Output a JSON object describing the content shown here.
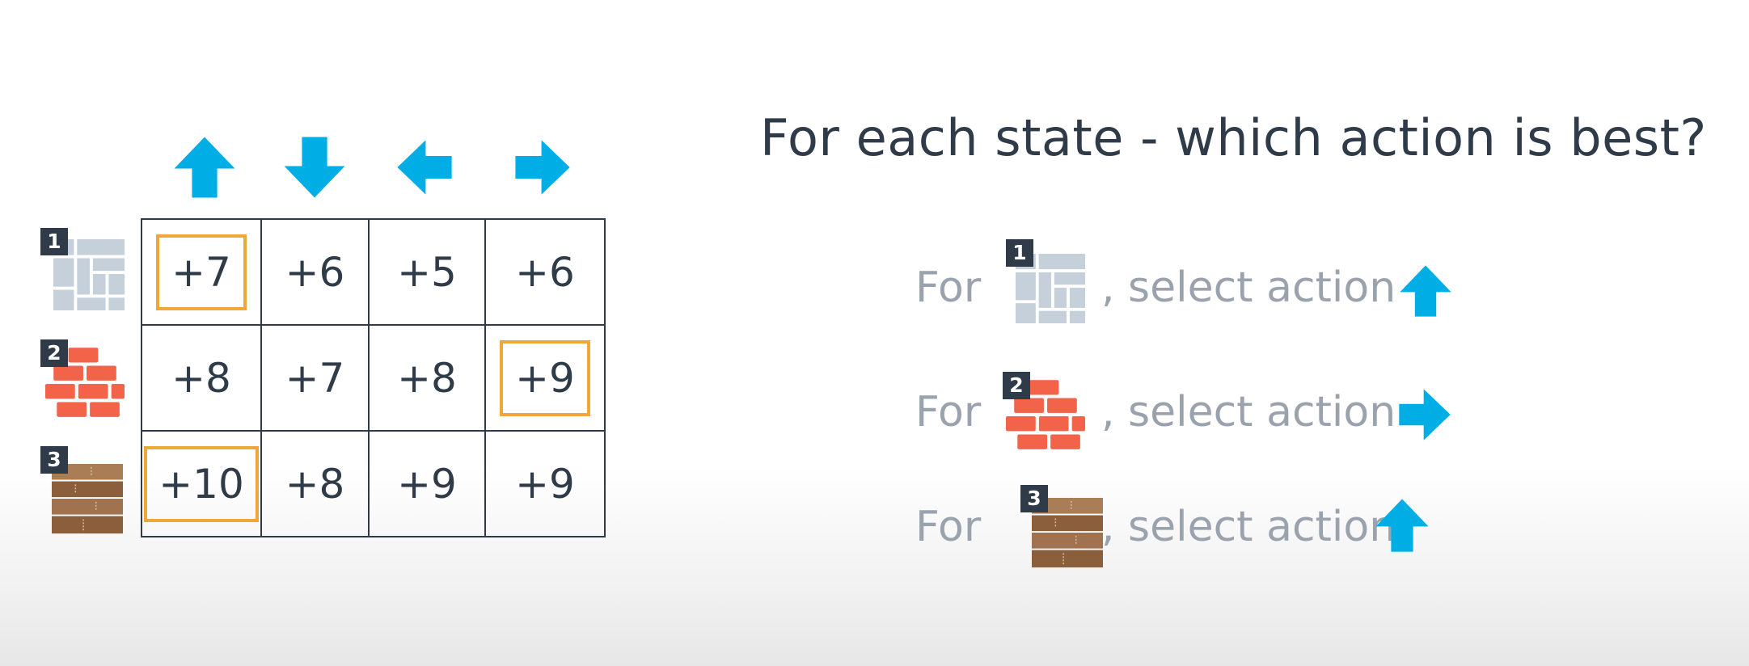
{
  "actions": [
    {
      "name": "up",
      "icon": "up-arrow-icon"
    },
    {
      "name": "down",
      "icon": "down-arrow-icon"
    },
    {
      "name": "left",
      "icon": "left-arrow-icon"
    },
    {
      "name": "right",
      "icon": "right-arrow-icon"
    }
  ],
  "states": [
    {
      "badge": "1",
      "icon": "gray-tiles-icon"
    },
    {
      "badge": "2",
      "icon": "red-bricks-icon"
    },
    {
      "badge": "3",
      "icon": "wood-planks-icon"
    }
  ],
  "q_table": {
    "rows": [
      [
        "+7",
        "+6",
        "+5",
        "+6"
      ],
      [
        "+8",
        "+7",
        "+8",
        "+9"
      ],
      [
        "+10",
        "+8",
        "+9",
        "+9"
      ]
    ],
    "highlighted": [
      {
        "row": 1,
        "col": 1
      },
      {
        "row": 2,
        "col": 4
      },
      {
        "row": 3,
        "col": 1
      }
    ]
  },
  "question": "For each state - which action is best?",
  "policy": [
    {
      "for_label": "For",
      "state_badge": "1",
      "select_label": ", select action",
      "action_icon": "up-arrow-icon"
    },
    {
      "for_label": "For",
      "state_badge": "2",
      "select_label": ", select action",
      "action_icon": "right-arrow-icon"
    },
    {
      "for_label": "For",
      "state_badge": "3",
      "select_label": ", select action",
      "action_icon": "up-arrow-icon"
    }
  ],
  "colors": {
    "arrow": "#00aee6",
    "text_dark": "#2f3b48",
    "text_muted": "#9aa3ad",
    "highlight": "#f0a73a",
    "tiles": "#c6d0da",
    "bricks": "#f2634a",
    "wood": "#8b5e3c"
  }
}
